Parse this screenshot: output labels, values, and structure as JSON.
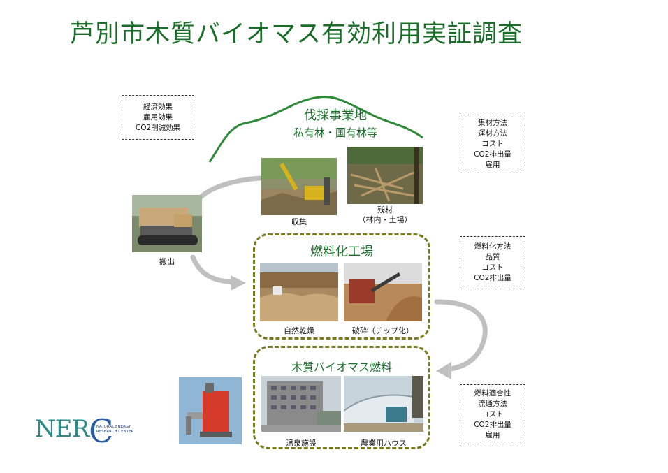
{
  "title": "芦別市木質バイオマス有効利用実証調査",
  "boxes": {
    "economic": [
      "経済効果",
      "雇用効果",
      "CO2削減効果"
    ],
    "collection": [
      "集材方法",
      "運材方法",
      "コスト",
      "CO2排出量",
      "雇用"
    ],
    "processing": [
      "燃料化方法",
      "品質",
      "コスト",
      "CO2排出量"
    ],
    "usage": [
      "燃料適合性",
      "流通方法",
      "コスト",
      "CO2排出量",
      "雇用"
    ]
  },
  "site": {
    "title_line1": "伐採事業地",
    "title_line2": "私有林・国有林等"
  },
  "captions": {
    "collect": "収集",
    "residue_line1": "残材",
    "residue_line2": "（林内・土場）",
    "transport": "搬出",
    "natural_dry": "自然乾燥",
    "crush": "破砕（チップ化）",
    "hot_spring": "温泉施設",
    "greenhouse": "農業用ハウス"
  },
  "stages": {
    "factory": "燃料化工場",
    "fuel": "木質バイオマス燃料"
  },
  "logo": {
    "main": "NER",
    "c_letter": "C",
    "sub_line1": "NATURAL ENERGY",
    "sub_line2": "RESEARCH CENTER"
  },
  "colors": {
    "title_green": "#1a6e2a",
    "stage_border": "#7a7a1e",
    "arrow_gray": "#c0c0c0",
    "logo_teal": "#2d8a86"
  }
}
